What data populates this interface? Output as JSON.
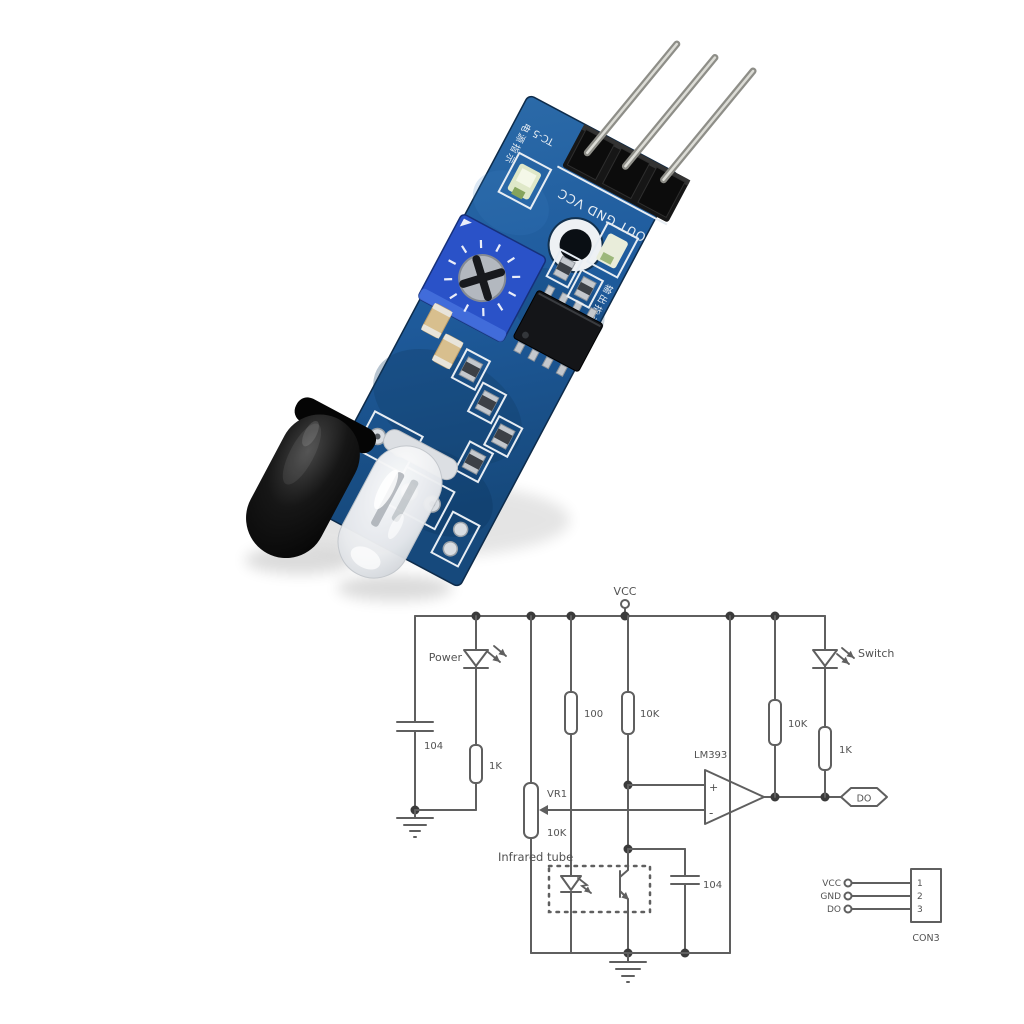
{
  "module": {
    "pcb_color": "#1f5c9e",
    "trimpot_color": "#2a52c8",
    "silkscreen_color": "#e7edf3",
    "pin_header_label": "OUT GND VCC",
    "corner_label": "TC-5",
    "power_indicator_label": "电源指示",
    "output_indicator_label": "输出指示"
  },
  "schematic": {
    "line_color": "#5f5f5f",
    "vcc_label": "VCC",
    "power_led_label": "Power",
    "switch_led_label": "Switch",
    "opamp_label": "LM393",
    "opamp_plus": "+",
    "opamp_minus": "-",
    "pot_ref": "VR1",
    "pot_value": "10K",
    "r_power_value": "1K",
    "r_ir_value": "100",
    "r_sense_value": "10K",
    "r_pullup_value": "10K",
    "r_switch_value": "1K",
    "c_input_value": "104",
    "c_filter_value": "104",
    "ir_box_label": "Infrared tube",
    "output_tag": "DO",
    "connector": {
      "name": "CON3",
      "pins": [
        {
          "number": "1",
          "label": "VCC"
        },
        {
          "number": "2",
          "label": "GND"
        },
        {
          "number": "3",
          "label": "DO"
        }
      ]
    }
  }
}
